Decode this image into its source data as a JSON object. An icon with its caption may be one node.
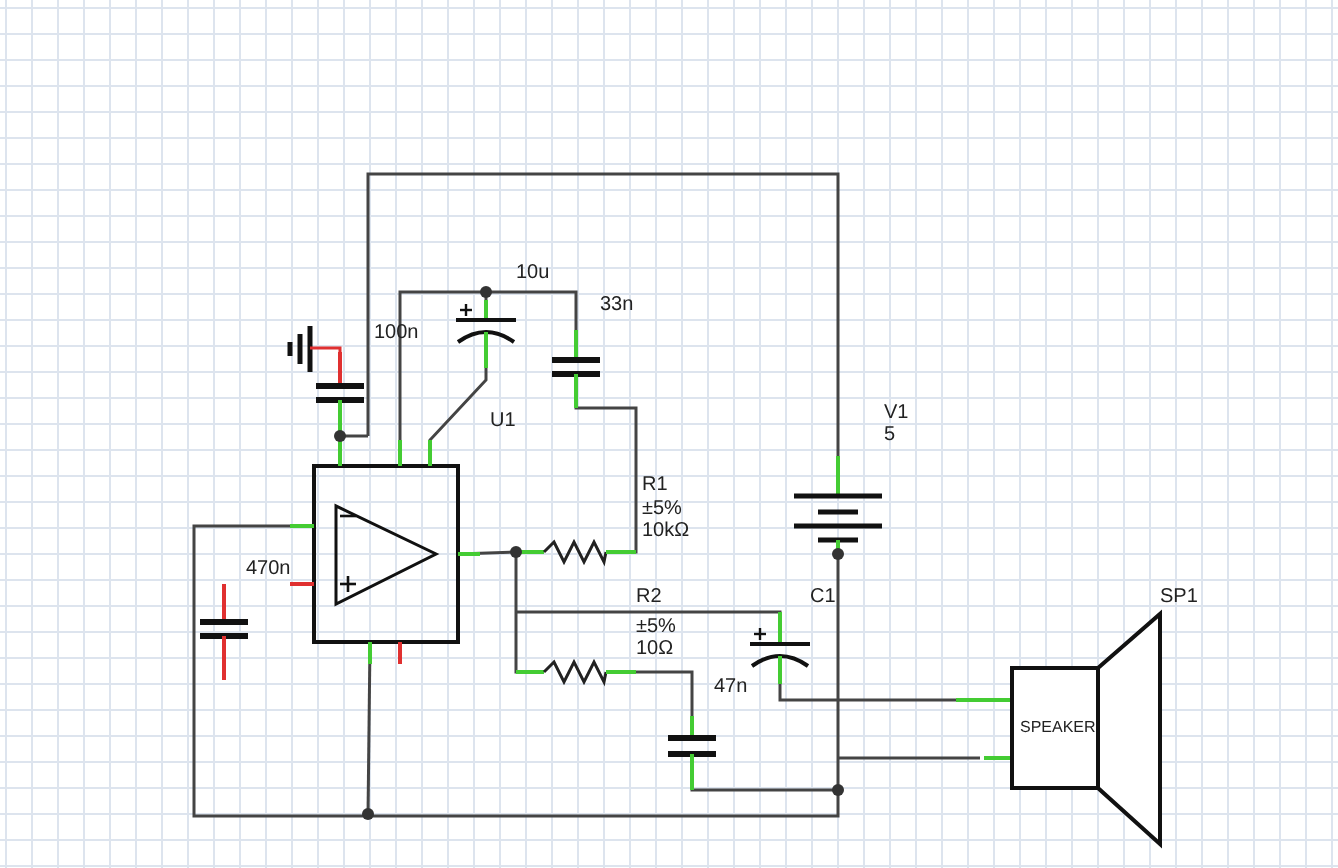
{
  "diagram": {
    "labels": [
      "10u",
      "33n",
      "100n",
      "U1",
      "V1",
      "5",
      "R1",
      "±5%",
      "10kΩ",
      "R2",
      "±5%",
      "10Ω",
      "C1",
      "47n",
      "470n",
      "SP1",
      "SPEAKER"
    ]
  }
}
